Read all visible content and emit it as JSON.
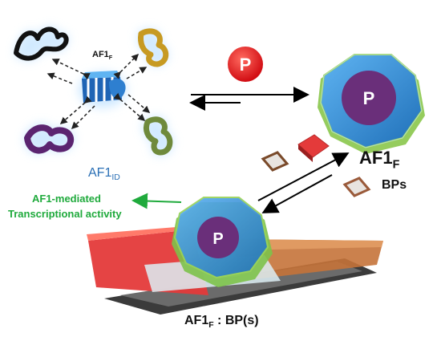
{
  "labels": {
    "af1f_small": {
      "main": "AF1",
      "sub": "F"
    },
    "af1_id": {
      "main": "AF1",
      "sub": "ID"
    },
    "af1f_big": {
      "main": "AF1",
      "sub": "F"
    },
    "bps": "BPs",
    "complex": {
      "main": "AF1",
      "sub": "F",
      "suffix": " : BP(s)"
    },
    "activity_line1": "AF1-mediated",
    "activity_line2": "Transcriptional activity",
    "phosphate": "P"
  },
  "colors": {
    "phosphate_red": "#e8141b",
    "folded_blue": "#2f8fd6",
    "folded_purple": "#6a2f7a",
    "folded_green": "#7dc24a",
    "activity_green": "#1faa3c",
    "bp_red": "#e43a3a",
    "bp_orange": "#c5733a"
  },
  "icons": [
    "disordered-conformer-black-icon",
    "disordered-conformer-gold-icon",
    "disordered-conformer-purple-icon",
    "disordered-conformer-green-icon",
    "folded-octagon-icon",
    "phosphate-badge-icon",
    "binding-partner-icon"
  ]
}
